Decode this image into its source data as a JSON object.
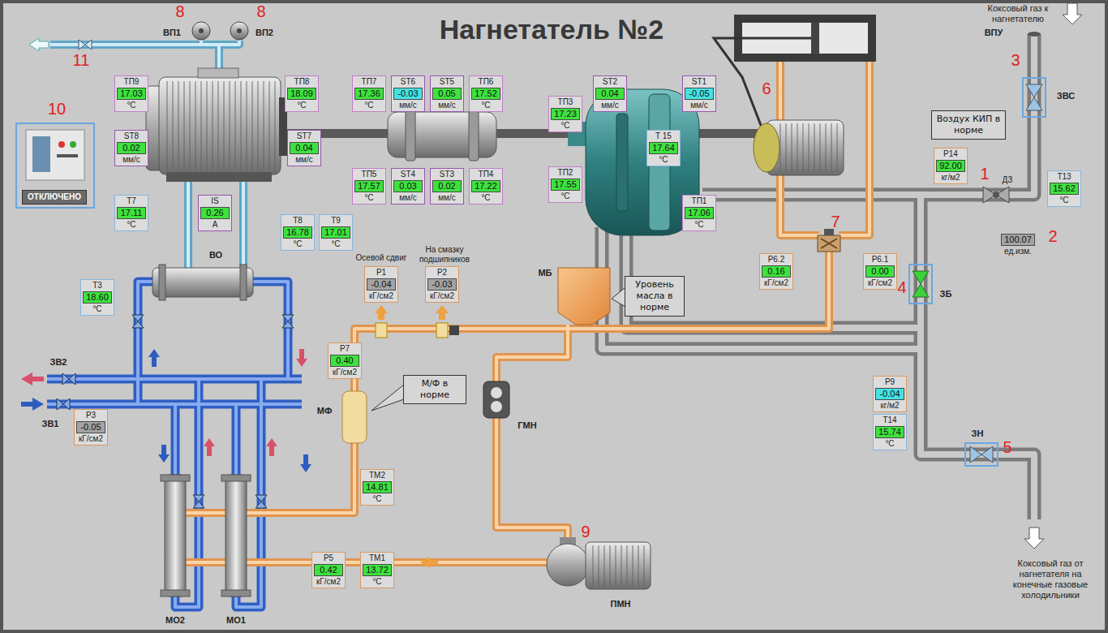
{
  "diagram": {
    "title": "Нагнетатель №2",
    "nodes": [
      {
        "text": [
          "ТП9",
          "17.03",
          "°C"
        ]
      },
      {
        "text": [
          "ТП8",
          "18.09",
          "°C"
        ]
      },
      {
        "text": [
          "ТП7",
          "17.36",
          "°C"
        ]
      },
      {
        "text": [
          "ST6",
          "-0.03",
          "мм/с"
        ]
      },
      {
        "text": [
          "ST5",
          "0.05",
          "мм/с"
        ]
      },
      {
        "text": [
          "ТП6",
          "17.52",
          "°C"
        ]
      },
      {
        "text": [
          "ST2",
          "0.04",
          "мм/с"
        ]
      },
      {
        "text": [
          "ST1",
          "-0.05",
          "мм/с"
        ]
      },
      {
        "text": [
          "ТП3",
          "17.23",
          "°C"
        ]
      },
      {
        "text": [
          "Воздух КИП в норме"
        ]
      },
      {
        "text": [
          "ST8",
          "0.02",
          "мм/с"
        ]
      },
      {
        "text": [
          "ST7",
          "0.04",
          "мм/с"
        ]
      },
      {
        "text": [
          "T 15",
          "17.64",
          "°C"
        ]
      },
      {
        "text": [
          "P14",
          "92.00",
          "кг/м2"
        ]
      },
      {
        "text": [
          "T13",
          "15.62",
          "°C"
        ]
      },
      {
        "text": [
          "ТП5",
          "17.57",
          "°C"
        ]
      },
      {
        "text": [
          "ST4",
          "0.03",
          "мм/с"
        ]
      },
      {
        "text": [
          "ST3",
          "0.02",
          "мм/с"
        ]
      },
      {
        "text": [
          "ТП4",
          "17.22",
          "°C"
        ]
      },
      {
        "text": [
          "ТП2",
          "17.55",
          "°C"
        ]
      },
      {
        "text": [
          "ОТКЛЮЧЕНО"
        ]
      },
      {
        "text": [
          "T7",
          "17.11",
          "°C"
        ]
      },
      {
        "text": [
          "IS",
          "0.26",
          "A"
        ]
      },
      {
        "text": [
          "ТП1",
          "17.06",
          "°C"
        ]
      },
      {
        "text": [
          "T8",
          "16.78",
          "°C"
        ]
      },
      {
        "text": [
          "T9",
          "17.01",
          "°C"
        ]
      },
      {
        "text": [
          "100.07",
          "ед.изм."
        ]
      },
      {
        "text": [
          "P1",
          "-0.04",
          "кГ/см2"
        ]
      },
      {
        "text": [
          "P2",
          "-0.03",
          "кГ/см2"
        ]
      },
      {
        "text": [
          "P6.2",
          "0.16",
          "кГ/см2"
        ]
      },
      {
        "text": [
          "P6.1",
          "0.00",
          "кГ/см2"
        ]
      },
      {
        "text": [
          "T3",
          "18.60",
          "°C"
        ]
      },
      {
        "text": [
          "М/Ф в норме"
        ]
      },
      {
        "text": [
          "Уровень масла в норме"
        ]
      },
      {
        "text": [
          "P7",
          "0.40",
          "кГ/см2"
        ]
      },
      {
        "text": [
          "P9",
          "-0.04",
          "кг/м2"
        ]
      },
      {
        "text": [
          "P3",
          "-0.05",
          "кГ/см2"
        ]
      },
      {
        "text": [
          "T14",
          "15.74",
          "°C"
        ]
      },
      {
        "text": [
          "ТМ2",
          "14.81",
          "°C"
        ]
      },
      {
        "text": [
          "P5",
          "0.42",
          "кГ/см2"
        ]
      },
      {
        "text": [
          "ТМ1",
          "13.72",
          "°C"
        ]
      }
    ],
    "labels": [
      "8",
      "ВП1",
      "8",
      "ВП2",
      "11",
      "10",
      "Коксовый газ к нагнетателю",
      "ВПУ",
      "3",
      "ЗВС",
      "6",
      "1",
      "ДЗ",
      "2",
      "7",
      "ВО",
      "Осевой сдвиг",
      "На смазку подшипников",
      "4",
      "ЗБ",
      "ЗВ2",
      "ЗВ1",
      "МФ",
      "МБ",
      "ЗН",
      "5",
      "ГМН",
      "9",
      "ПМН",
      "МО2",
      "МО1",
      "Коксовый газ от нагнетателя на конечные газовые холодильники"
    ]
  }
}
